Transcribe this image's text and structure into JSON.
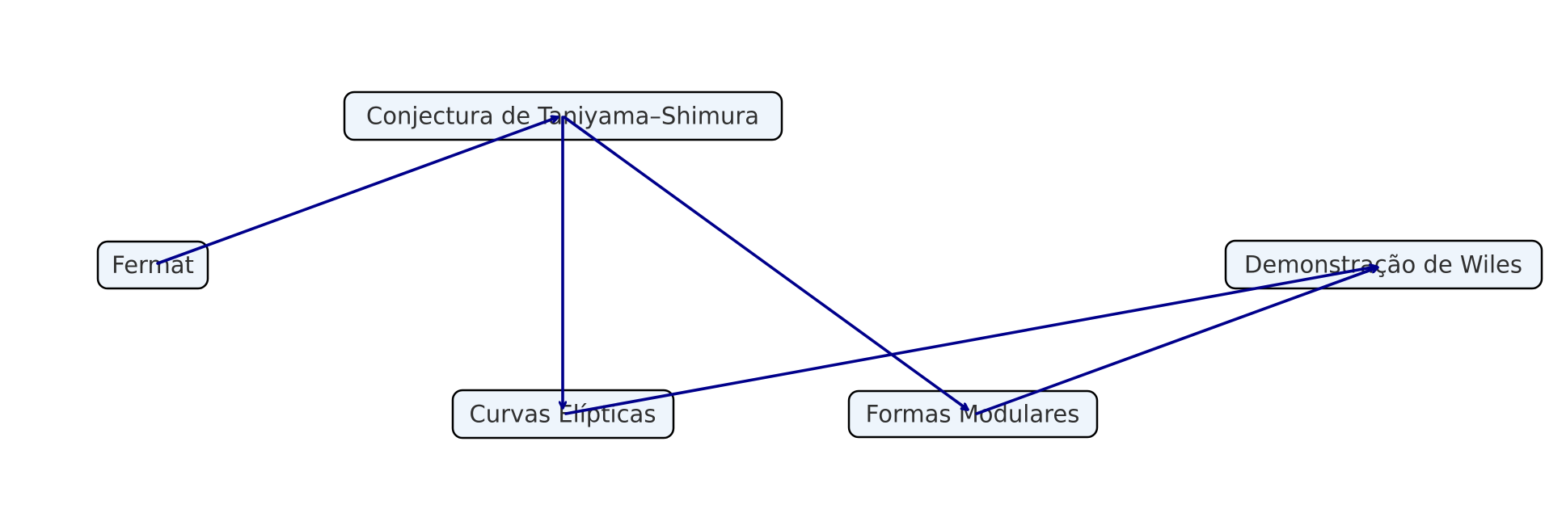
{
  "diagram": {
    "colors": {
      "node_fill": "#eef5fc",
      "node_border": "#000000",
      "edge": "#00008b",
      "text": "#2f2f2f"
    },
    "nodes": [
      {
        "id": "taniyama",
        "label": "Conjectura de Taniyama–Shimura"
      },
      {
        "id": "fermat",
        "label": "Fermat"
      },
      {
        "id": "wiles",
        "label": "Demonstração de Wiles"
      },
      {
        "id": "curvas",
        "label": "Curvas Elípticas"
      },
      {
        "id": "formas",
        "label": "Formas Modulares"
      }
    ],
    "edges": [
      {
        "from": "fermat",
        "to": "taniyama"
      },
      {
        "from": "taniyama",
        "to": "curvas"
      },
      {
        "from": "taniyama",
        "to": "formas"
      },
      {
        "from": "curvas",
        "to": "wiles"
      },
      {
        "from": "formas",
        "to": "wiles"
      }
    ]
  }
}
